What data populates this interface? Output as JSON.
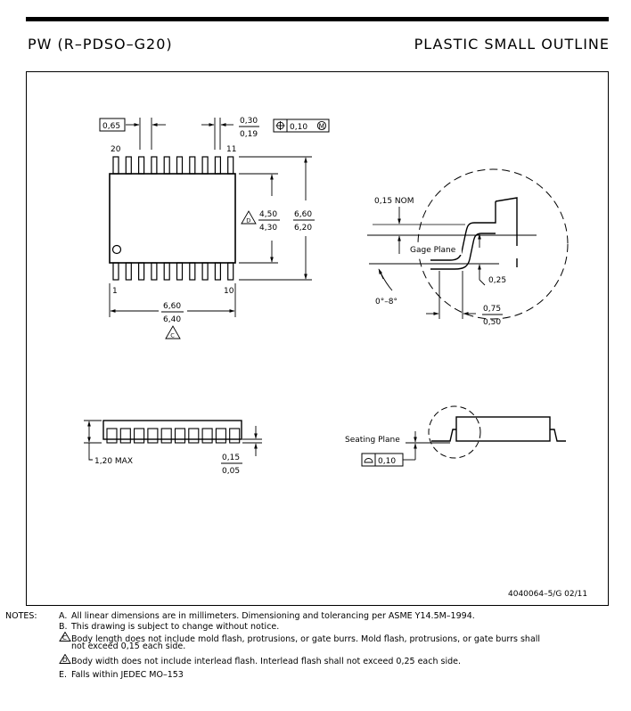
{
  "header": {
    "package_code": "PW (R–PDSO–G20)",
    "package_type": "PLASTIC SMALL OUTLINE"
  },
  "top_view": {
    "pitch": "0,65",
    "lead_width_max": "0,30",
    "lead_width_min": "0,19",
    "position_tolerance": "0,10",
    "modifier": "M",
    "pin_20": "20",
    "pin_11": "11",
    "pin_1": "1",
    "pin_10": "10",
    "body_width_max": "4,50",
    "body_width_min": "4,30",
    "body_width_note": "D",
    "overall_width_max": "6,60",
    "overall_width_min": "6,20",
    "body_length_max": "6,60",
    "body_length_min": "6,40",
    "body_length_note": "C"
  },
  "detail_view": {
    "nom_label": "0,15 NOM",
    "gage_plane": "Gage Plane",
    "gage_height": "0,25",
    "angle": "0°–8°",
    "foot_length_max": "0,75",
    "foot_length_min": "0,50"
  },
  "side_view": {
    "height_max": "1,20 MAX",
    "standoff_max": "0,15",
    "standoff_min": "0,05",
    "seating_plane": "Seating Plane",
    "coplanarity": "0,10"
  },
  "drawing_number": "4040064–5/G  02/11",
  "notes": {
    "label": "NOTES:",
    "items": [
      {
        "marker": "A.",
        "text": "All linear dimensions are in millimeters.  Dimensioning and tolerancing per ASME Y14.5M–1994."
      },
      {
        "marker": "B.",
        "text": "This drawing is subject to change without notice."
      },
      {
        "marker": "C",
        "text": "Body length does not include mold flash, protrusions, or gate burrs.  Mold flash, protrusions, or gate burrs shall"
      },
      {
        "marker": "",
        "text": "not exceed 0,15 each side."
      },
      {
        "marker": "D",
        "text": "Body width does not include interlead flash.  Interlead flash shall not exceed 0,25 each side."
      },
      {
        "marker": "E.",
        "text": "Falls within JEDEC MO–153"
      }
    ]
  }
}
